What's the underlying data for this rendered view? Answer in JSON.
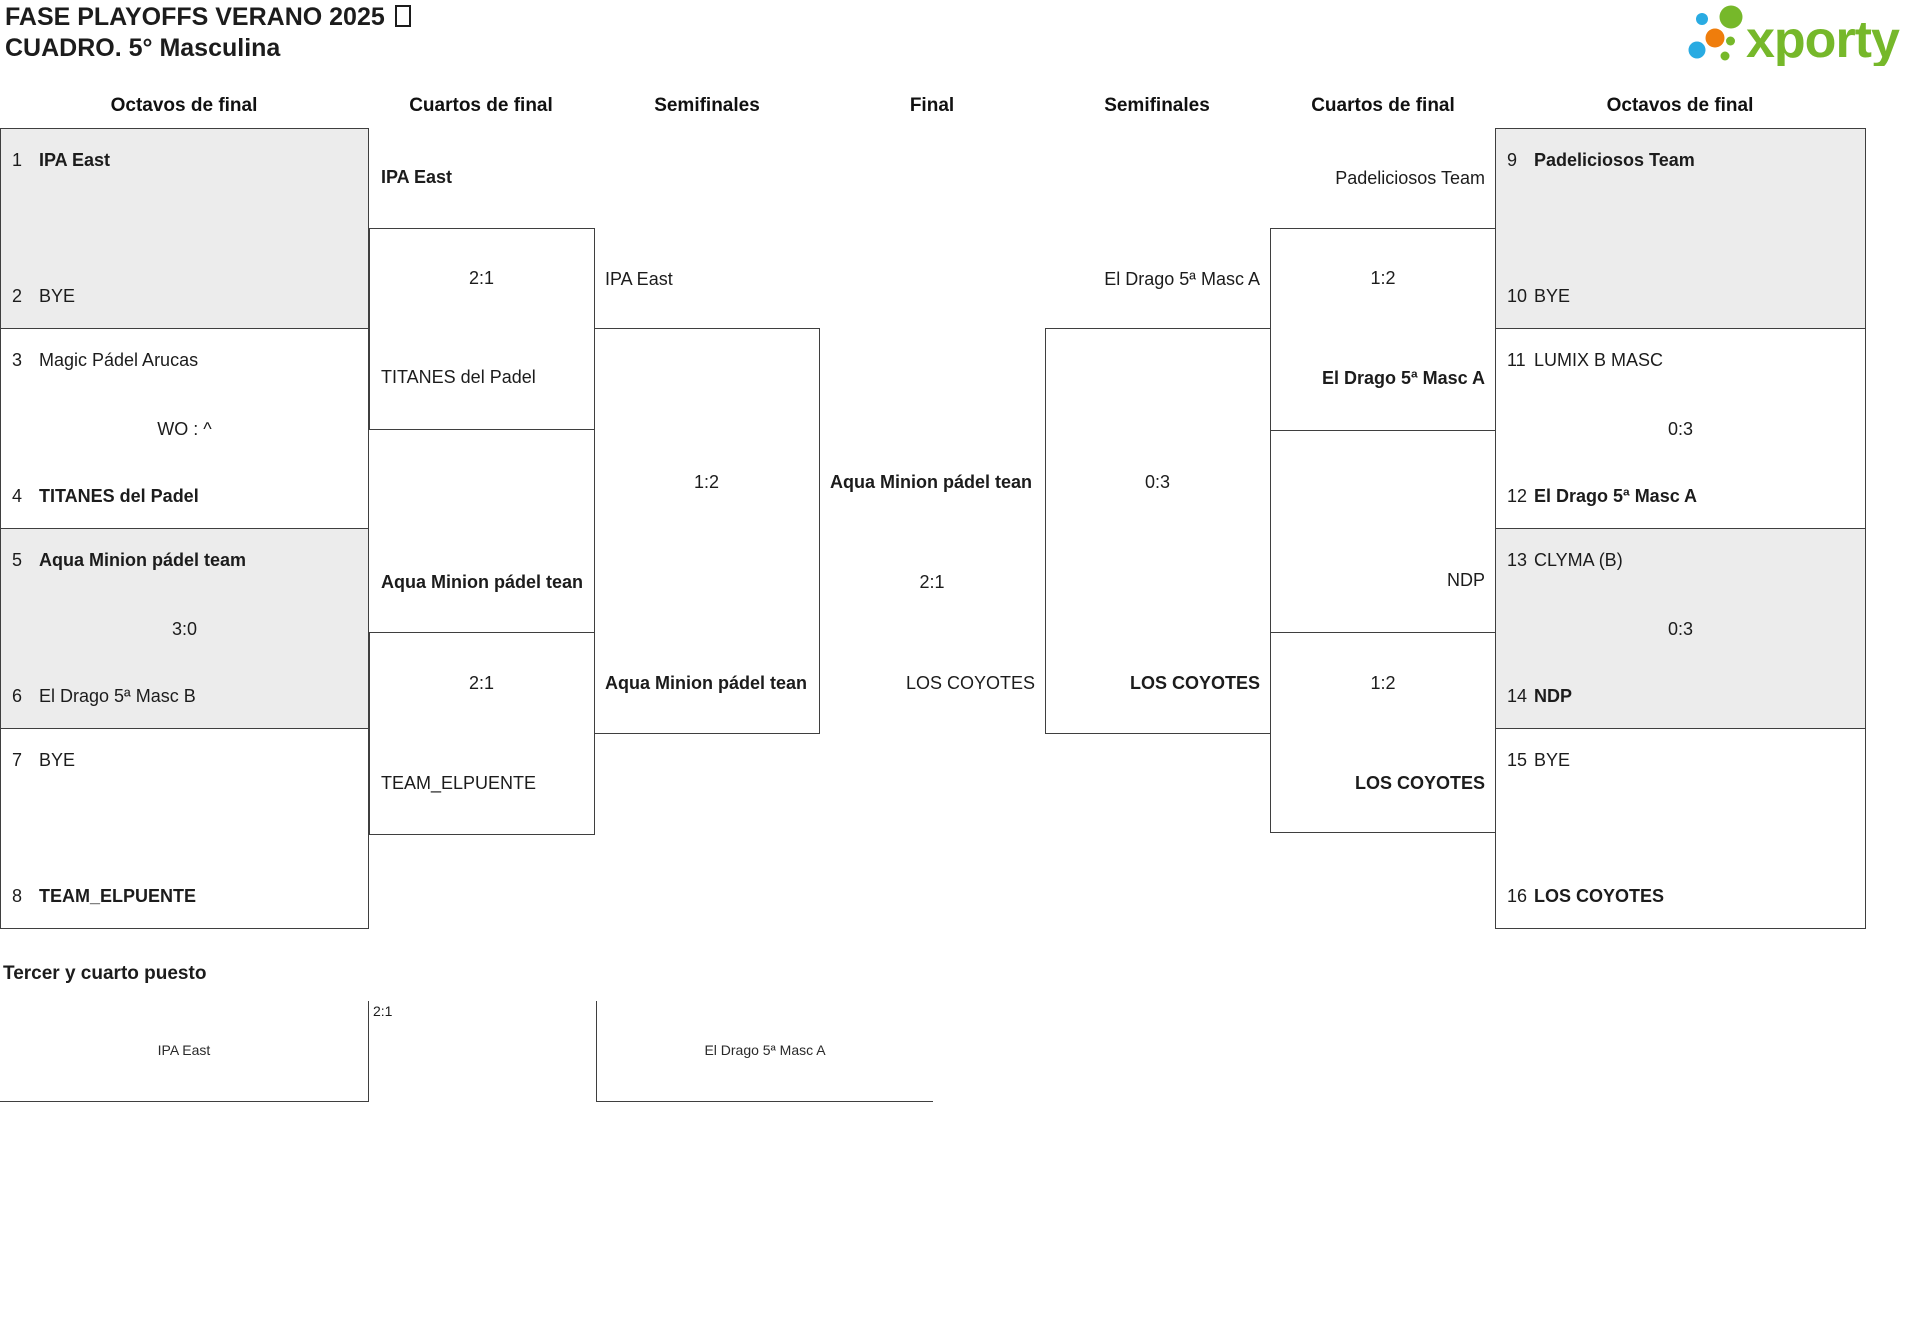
{
  "title": {
    "line1": "FASE PLAYOFFS VERANO 2025",
    "line2": "CUADRO. 5° Masculina"
  },
  "logo": {
    "brand": "xporty",
    "green": "#76b82a",
    "blue": "#29abe2",
    "orange": "#ef7d0c"
  },
  "round_headers": {
    "octavos_left": "Octavos de final",
    "cuartos_left": "Cuartos de final",
    "semifinales_left": "Semifinales",
    "final": "Final",
    "semifinales_right": "Semifinales",
    "cuartos_right": "Cuartos de final",
    "octavos_right": "Octavos de final"
  },
  "octavos_left": [
    {
      "seed1": "1",
      "team1": "IPA East",
      "score": "",
      "seed2": "2",
      "team2": "BYE"
    },
    {
      "seed1": "3",
      "team1": "Magic Pádel Arucas",
      "score": "WO : ^",
      "seed2": "4",
      "team2": "TITANES del Padel"
    },
    {
      "seed1": "5",
      "team1": "Aqua Minion pádel team",
      "score": "3:0",
      "seed2": "6",
      "team2": "El Drago 5ª Masc B"
    },
    {
      "seed1": "7",
      "team1": "BYE",
      "score": "",
      "seed2": "8",
      "team2": "TEAM_ELPUENTE"
    }
  ],
  "octavos_right": [
    {
      "seed1": "9",
      "team1": "Padeliciosos Team",
      "score": "",
      "seed2": "10",
      "team2": "BYE"
    },
    {
      "seed1": "11",
      "team1": "LUMIX B MASC",
      "score": "0:3",
      "seed2": "12",
      "team2": "El Drago 5ª Masc A"
    },
    {
      "seed1": "13",
      "team1": "CLYMA (B)",
      "score": "0:3",
      "seed2": "14",
      "team2": "NDP"
    },
    {
      "seed1": "15",
      "team1": "BYE",
      "score": "",
      "seed2": "16",
      "team2": "LOS COYOTES"
    }
  ],
  "cuartos_left": [
    {
      "top": "IPA East",
      "score": "2:1",
      "bottom": "TITANES del Padel"
    },
    {
      "top": "Aqua Minion pádel tean",
      "score": "2:1",
      "bottom": "TEAM_ELPUENTE"
    }
  ],
  "cuartos_right": [
    {
      "top": "Padeliciosos Team",
      "score": "1:2",
      "bottom": "El Drago 5ª Masc A"
    },
    {
      "top": "NDP",
      "score": "1:2",
      "bottom": "LOS COYOTES"
    }
  ],
  "semifinales_left": {
    "top": "IPA East",
    "score": "1:2",
    "bottom": "Aqua Minion pádel tean"
  },
  "semifinales_right": {
    "top": "El Drago 5ª Masc A",
    "score": "0:3",
    "bottom": "LOS COYOTES"
  },
  "final": {
    "winner": "Aqua Minion pádel tean",
    "score": "2:1",
    "loser": "LOS COYOTES"
  },
  "third_place": {
    "heading": "Tercer y cuarto puesto",
    "left_team": "IPA East",
    "score": "2:1",
    "right_team": "El Drago 5ª Masc A"
  },
  "colors": {
    "box_shaded": "#ececec",
    "line": "#3f3f3f",
    "text": "#1c1c1c"
  }
}
